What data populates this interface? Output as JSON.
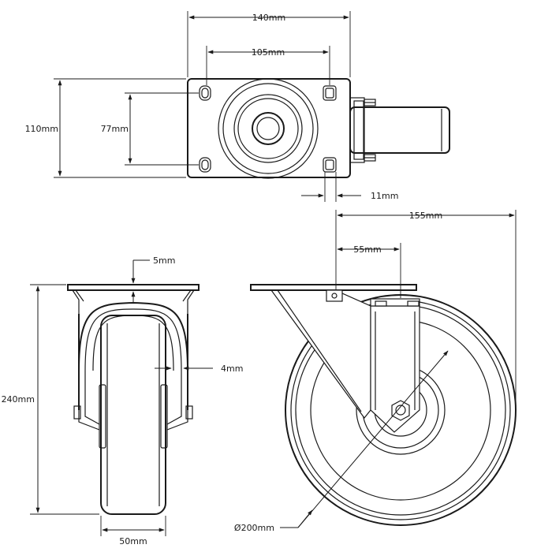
{
  "colors": {
    "line": "#1a1a1a",
    "background": "#ffffff"
  },
  "dimensions": {
    "top_width": "140mm",
    "top_hole_spacing_x": "105mm",
    "top_depth": "110mm",
    "top_hole_spacing_y": "77mm",
    "slot_width": "11mm",
    "offset_total": "155mm",
    "offset_center": "55mm",
    "plate_thickness": "5mm",
    "fork_thickness": "4mm",
    "total_height": "240mm",
    "wheel_width": "50mm",
    "wheel_diameter": "Ø200mm"
  }
}
